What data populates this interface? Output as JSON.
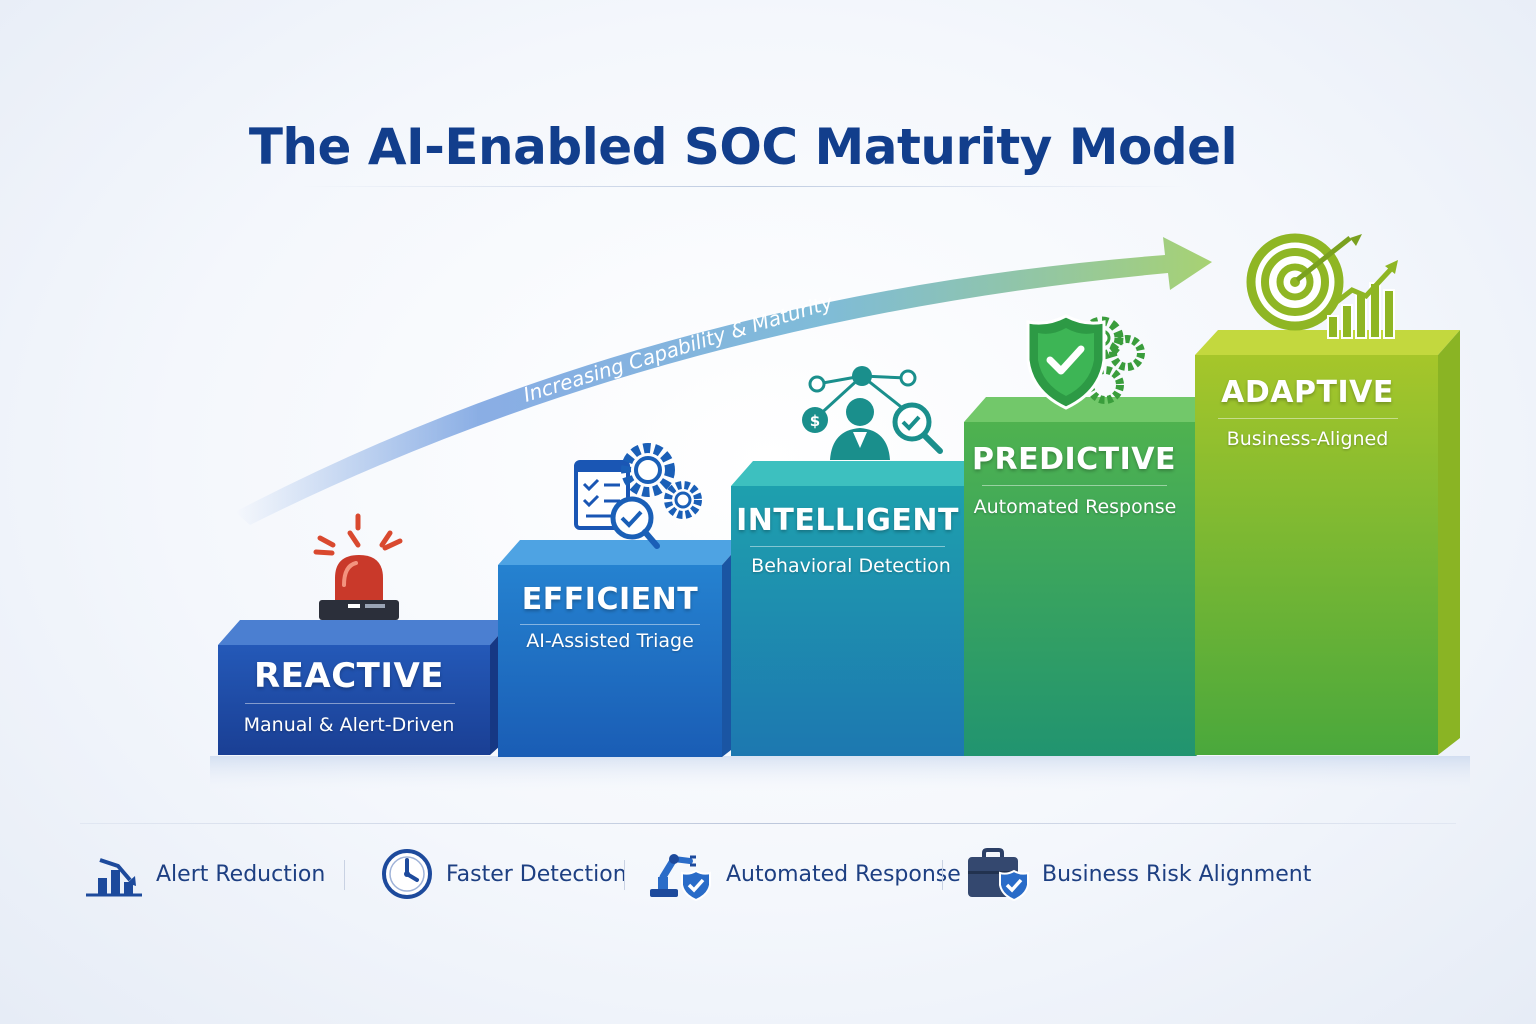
{
  "title": "The AI-Enabled SOC Maturity Model",
  "arrow_label": "Increasing Capability & Maturity",
  "stages": [
    {
      "name": "REACTIVE",
      "description": "Manual & Alert-Driven",
      "icon": "alarm-siren-icon",
      "color": "#1f4fa8"
    },
    {
      "name": "EFFICIENT",
      "description": "AI-Assisted Triage",
      "icon": "checklist-gears-icon",
      "color": "#1e6fc0"
    },
    {
      "name": "INTELLIGENT",
      "description": "Behavioral Detection",
      "icon": "analyst-network-icon",
      "color": "#1a94a8"
    },
    {
      "name": "PREDICTIVE",
      "description": "Automated Response",
      "icon": "shield-gear-icon",
      "color": "#3aa551"
    },
    {
      "name": "ADAPTIVE",
      "description": "Business-Aligned",
      "icon": "target-growth-icon",
      "color": "#8dc02a"
    }
  ],
  "benefits": [
    {
      "label": "Alert Reduction",
      "icon": "chart-down-icon"
    },
    {
      "label": "Faster Detection",
      "icon": "clock-icon"
    },
    {
      "label": "Automated Response",
      "icon": "robot-arm-shield-icon"
    },
    {
      "label": "Business Risk Alignment",
      "icon": "briefcase-shield-icon"
    }
  ]
}
